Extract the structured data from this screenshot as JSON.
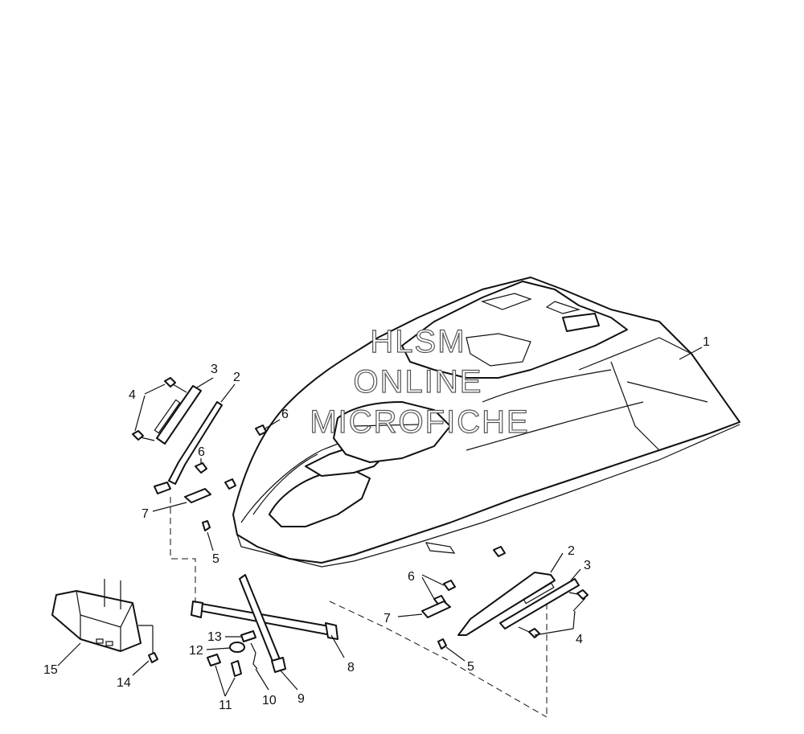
{
  "watermark": {
    "line1": "HLSM",
    "line2": "ONLINE",
    "line3": "MICROFICHE"
  },
  "callouts": {
    "c1": "1",
    "c2_left": "2",
    "c3_left": "3",
    "c4_left": "4",
    "c6_left_a": "6",
    "c6_left_b": "6",
    "c7_left": "7",
    "c5_left": "5",
    "c2_right": "2",
    "c3_right": "3",
    "c4_right": "4",
    "c6_right": "6",
    "c7_right": "7",
    "c5_right": "5",
    "c8": "8",
    "c9": "9",
    "c10": "10",
    "c11": "11",
    "c12": "12",
    "c13": "13",
    "c14": "14",
    "c15": "15"
  }
}
